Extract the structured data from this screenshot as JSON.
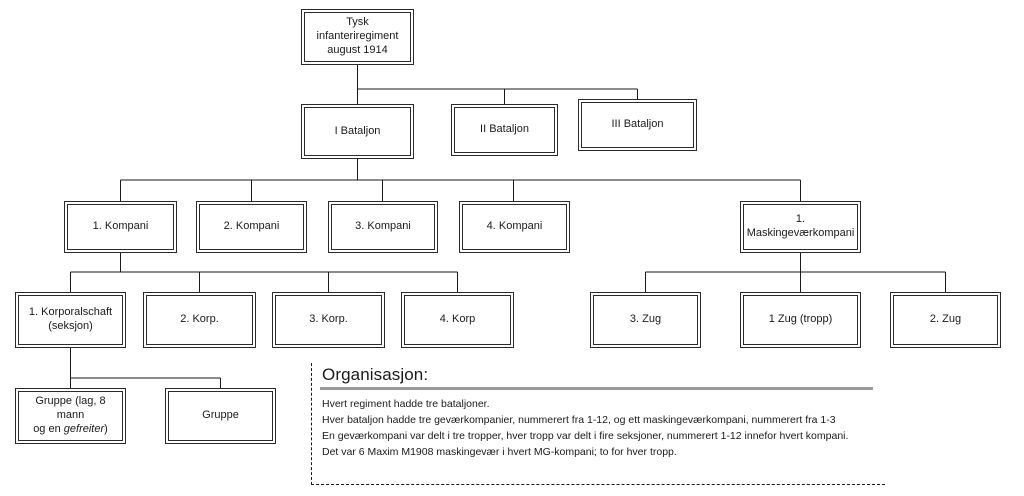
{
  "diagram": {
    "title_box": {
      "name": "regiment",
      "lines": [
        "Tysk",
        "infanteriregiment",
        "august 1914"
      ]
    },
    "battalions": [
      {
        "name": "bataljon-1",
        "label": "I Bataljon"
      },
      {
        "name": "bataljon-2",
        "label": "II Bataljon"
      },
      {
        "name": "bataljon-3",
        "label": "III Bataljon"
      }
    ],
    "companies": [
      {
        "name": "kompani-1",
        "label": "1. Kompani"
      },
      {
        "name": "kompani-2",
        "label": "2. Kompani"
      },
      {
        "name": "kompani-3",
        "label": "3. Kompani"
      },
      {
        "name": "kompani-4",
        "label": "4. Kompani"
      }
    ],
    "mg_company": {
      "name": "maskingevaerkompani-1",
      "lines": [
        "1.",
        "Maskingeværkompani"
      ]
    },
    "korporalschaften": [
      {
        "name": "korporalschaft-1",
        "lines": [
          "1. Korporalschaft",
          "(seksjon)"
        ]
      },
      {
        "name": "korporalschaft-2",
        "label": "2. Korp."
      },
      {
        "name": "korporalschaft-3",
        "label": "3. Korp."
      },
      {
        "name": "korporalschaft-4",
        "label": "4. Korp"
      }
    ],
    "zuge": [
      {
        "name": "zug-3",
        "label": "3. Zug"
      },
      {
        "name": "zug-1",
        "label": "1 Zug (tropp)"
      },
      {
        "name": "zug-2",
        "label": "2. Zug"
      }
    ],
    "gruppen": [
      {
        "name": "gruppe-1",
        "pre": "Gruppe (lag, 8 mann",
        "mid": "og en ",
        "em": "gefreiter",
        "post": ")"
      },
      {
        "name": "gruppe-2",
        "label": "Gruppe"
      }
    ]
  },
  "legend": {
    "title": "Organisasjon:",
    "lines": [
      "Hvert regiment hadde tre bataljoner.",
      "Hver bataljon hadde tre geværkompanier, nummerert fra 1-12, og ett maskingeværkompani, nummerert fra 1-3",
      "En geværkompani var delt i tre tropper, hver tropp var delt i fire seksjoner, nummerert 1-12 innefor hvert kompani.",
      "Det var 6 Maxim M1908 maskingevær i hvert MG-kompani; to for hver tropp."
    ]
  },
  "colors": {
    "box_border": "#2b2b2b",
    "connector": "#1a1a1a",
    "rule": "#9a9a9a",
    "text": "#1a1a1a",
    "background": "#ffffff"
  }
}
